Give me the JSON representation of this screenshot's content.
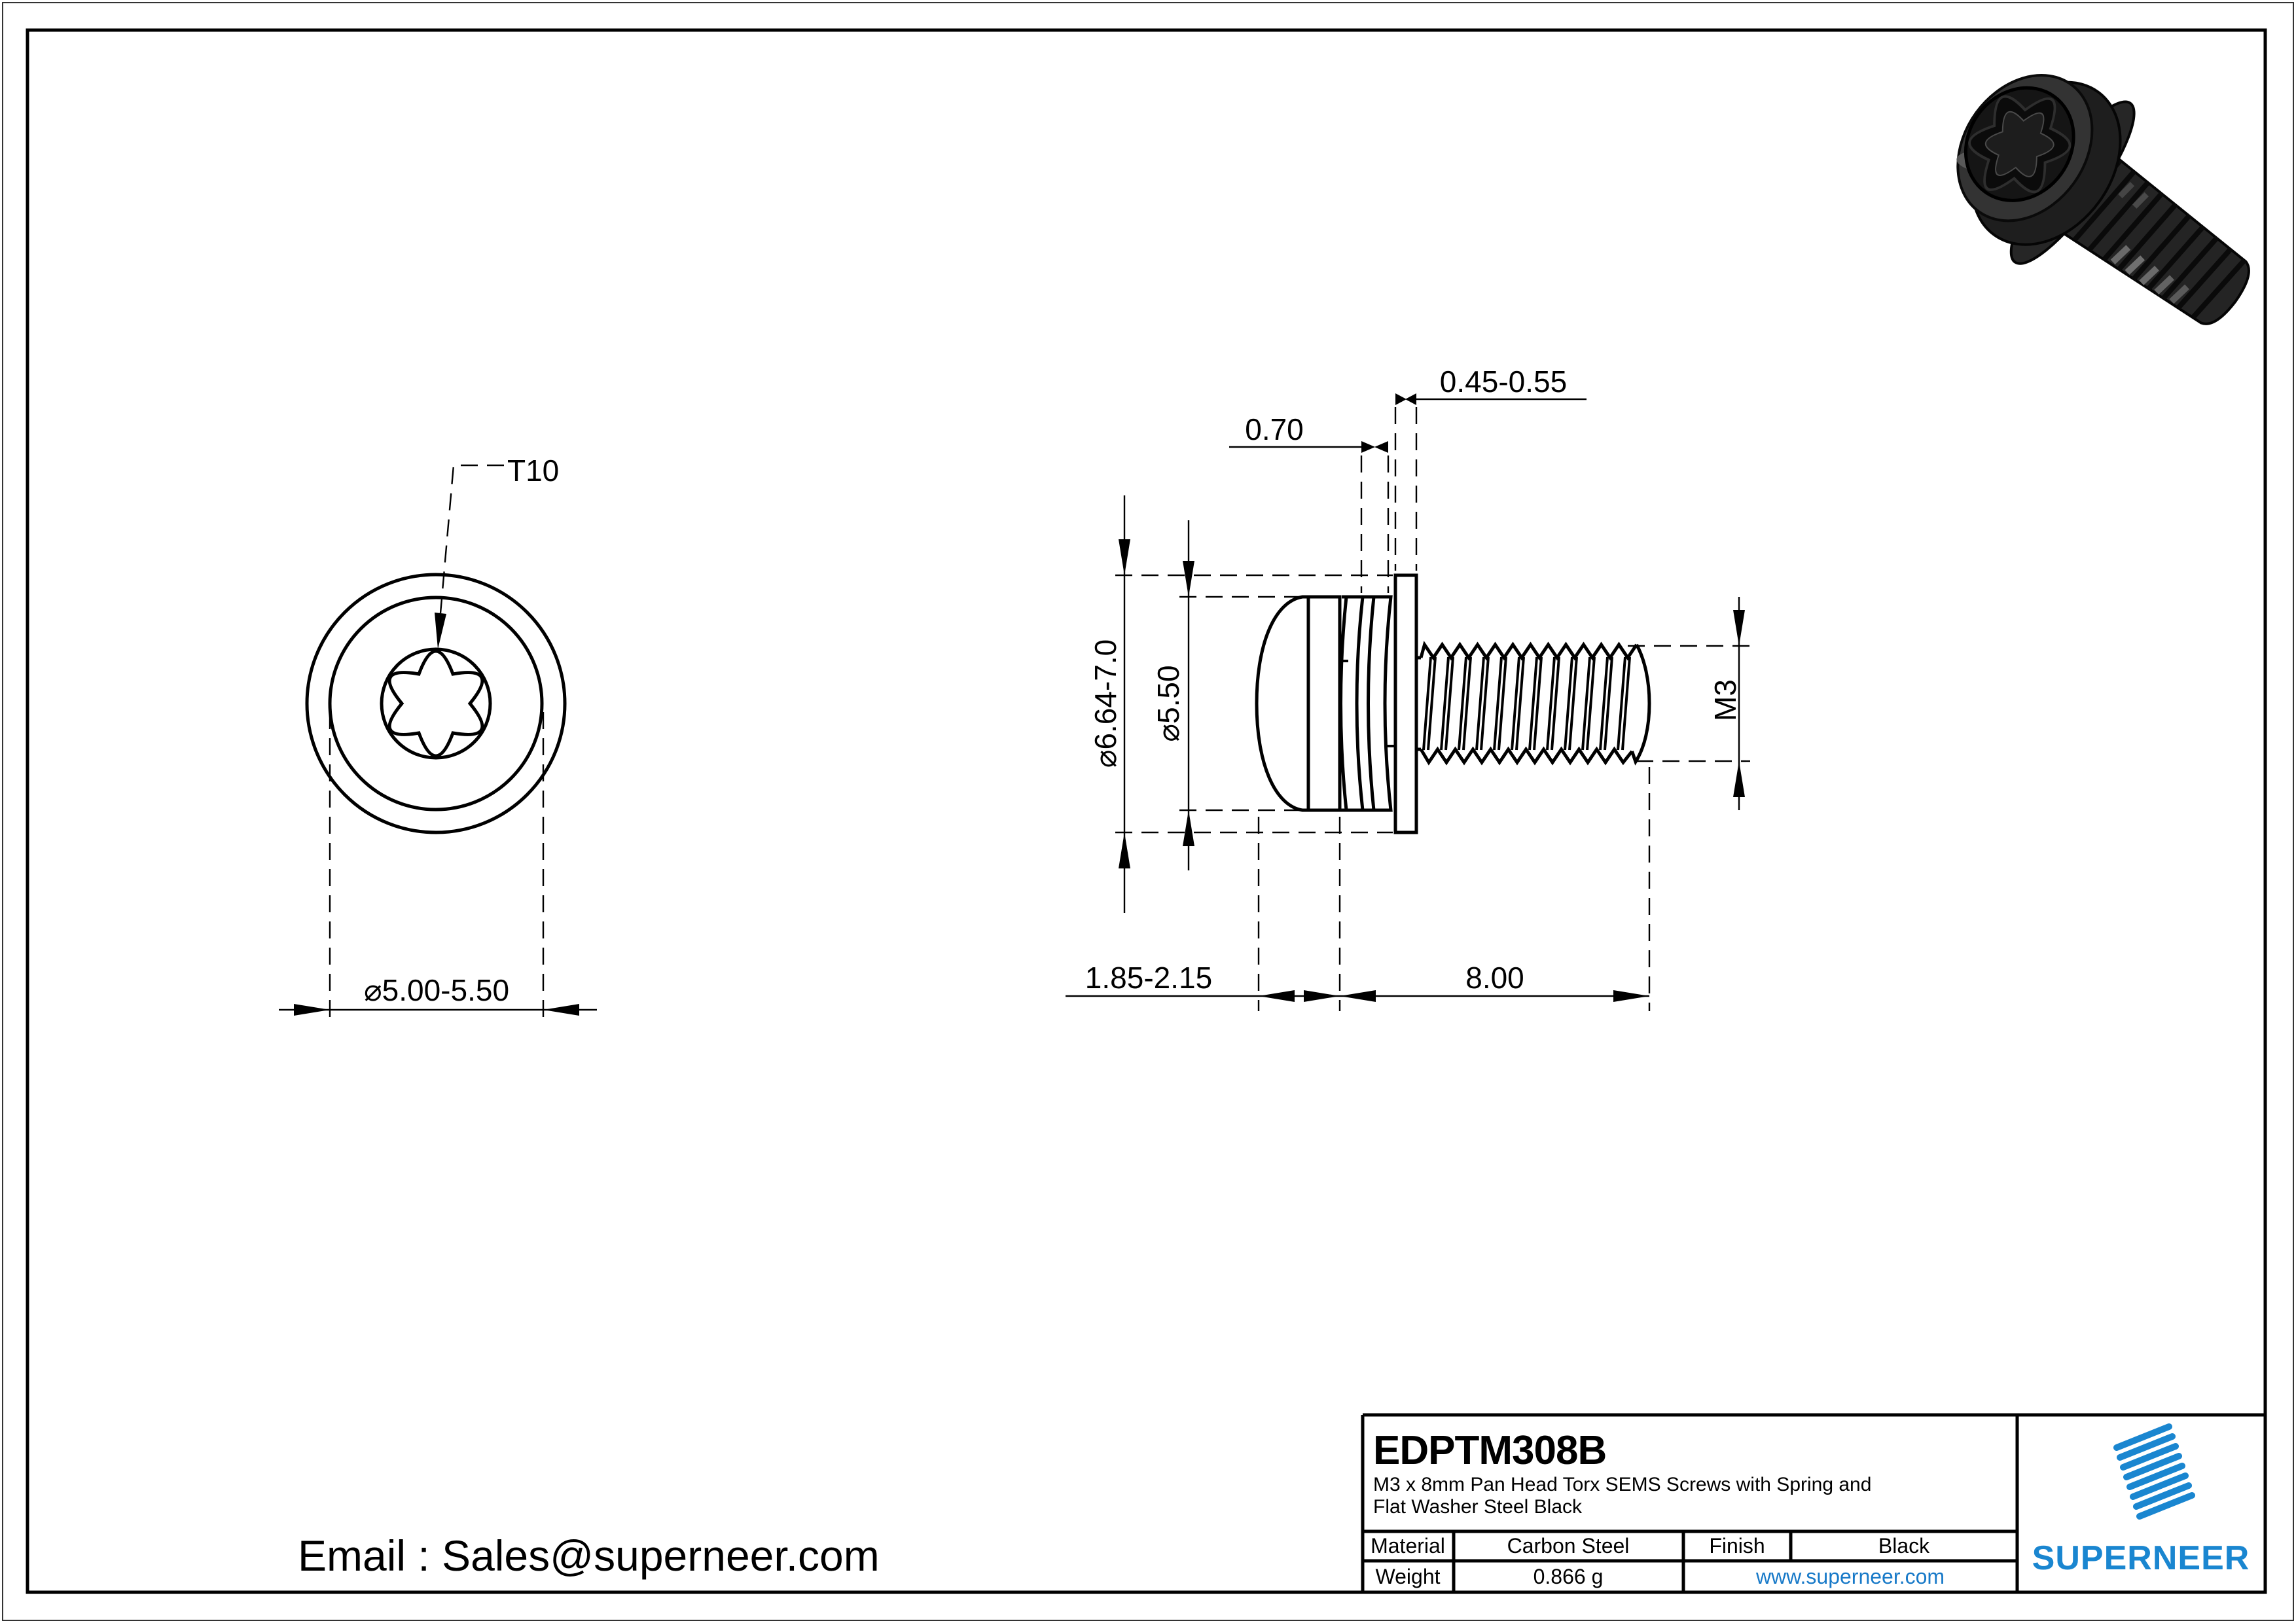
{
  "part": {
    "number": "EDPTM308B",
    "desc1": "M3 x 8mm Pan Head Torx SEMS Screws with Spring and",
    "desc2": "Flat Washer Steel Black"
  },
  "titleblock": {
    "material_label": "Material",
    "material_value": "Carbon Steel",
    "finish_label": "Finish",
    "finish_value": "Black",
    "weight_label": "Weight",
    "weight_value": "0.866 g",
    "website": "www.superneer.com",
    "brand": "SUPERNEER"
  },
  "contact": {
    "email": "Email : Sales@superneer.com"
  },
  "dimensions": {
    "torx": "T10",
    "head_od_front": "⌀5.00-5.50",
    "washer_od": "⌀6.64-7.0",
    "head_od_side": "⌀5.50",
    "spring_washer_thickness": "0.70",
    "flat_washer_thickness": "0.45-0.55",
    "thread_size": "M3",
    "head_height": "1.85-2.15",
    "thread_length": "8.00"
  },
  "colors": {
    "accent_blue": "#1a86d0",
    "link_blue": "#1779c8",
    "ink": "#000000",
    "render_body": "#262626"
  }
}
